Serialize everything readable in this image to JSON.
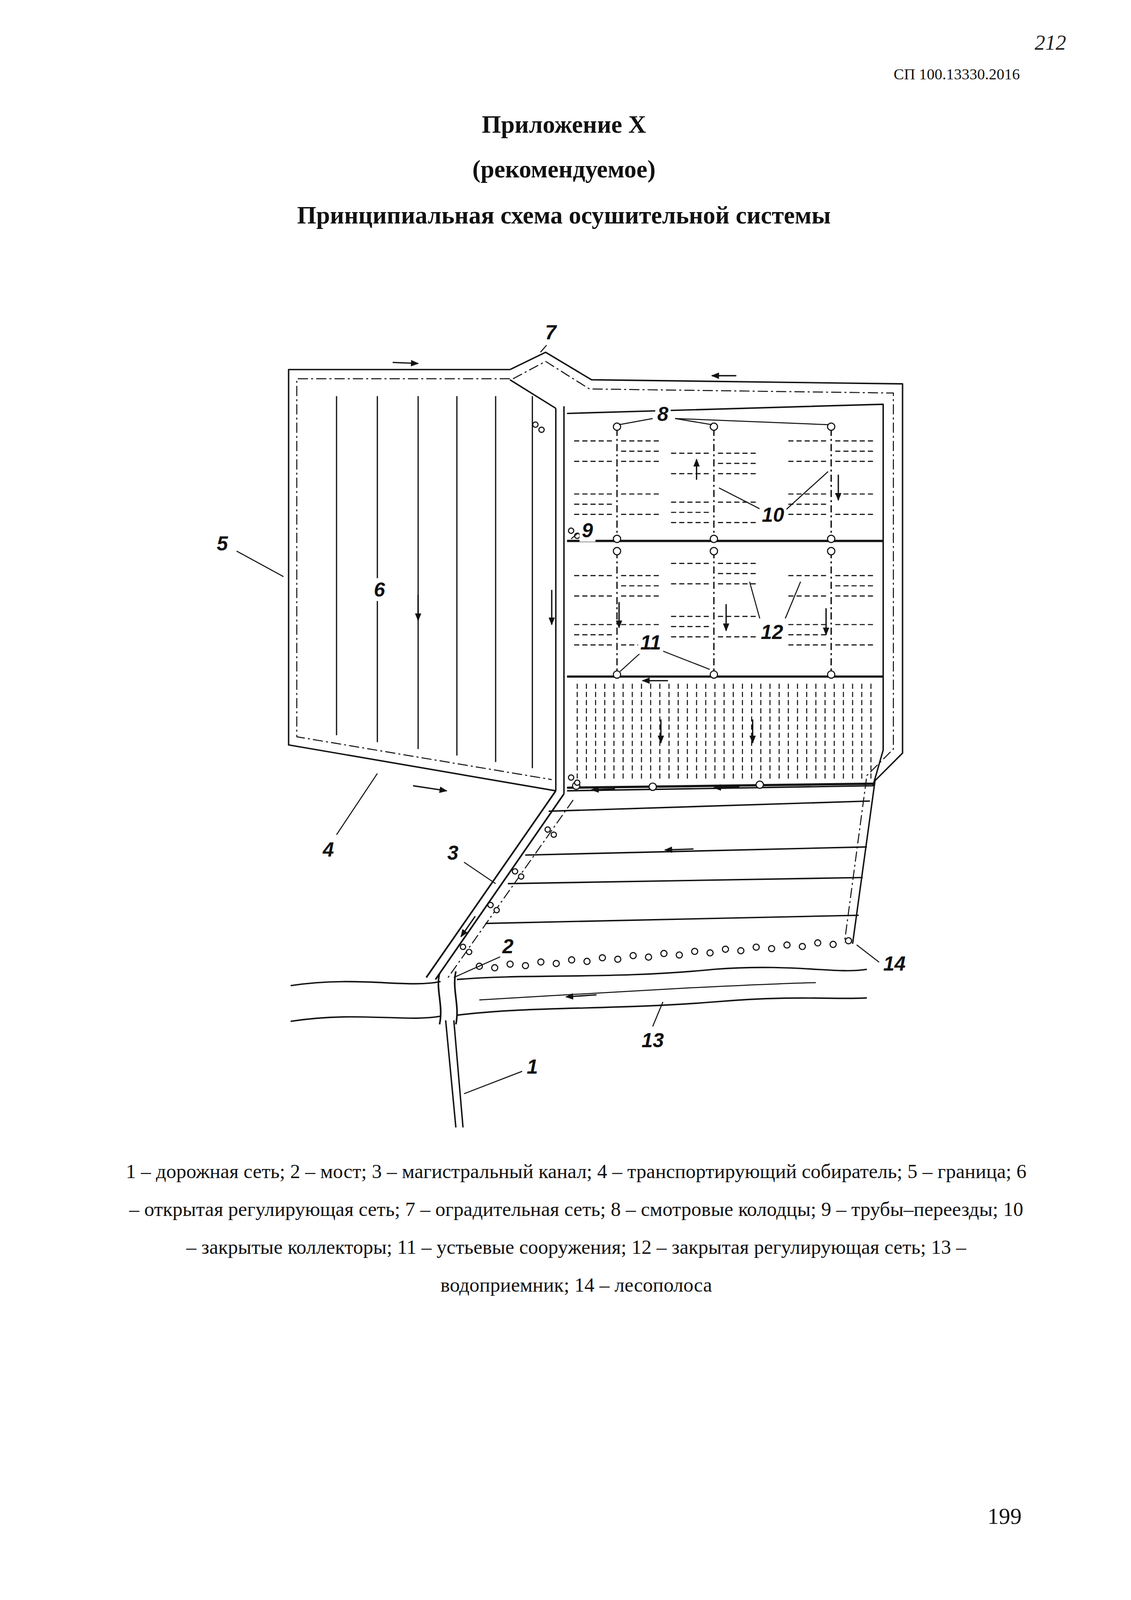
{
  "diagram": {
    "title": "Принципиальная схема осушительной системы",
    "caption": "1 – дорожная сеть; 2 – мост; 3 – магистральный канал; 4 – транспортирующий собиратель; 5 – граница; 6 – открытая регулирующая сеть; 7 – оградительная сеть; 8 – смотровые колодцы; 9 – трубы–переезды; 10 – закрытые коллекторы; 11 – устьевые сооружения; 12 – закрытая регулирующая сеть; 13 – водоприемник; 14 – лесополоса",
    "labels": [
      "212",
      "СП 100.13330.2016",
      "Приложение Х",
      "(рекомендуемое)",
      "7",
      "8",
      "10",
      "9",
      "5",
      "6",
      "12",
      "11",
      "4",
      "3",
      "2",
      "14",
      "13",
      "1",
      "199"
    ]
  }
}
